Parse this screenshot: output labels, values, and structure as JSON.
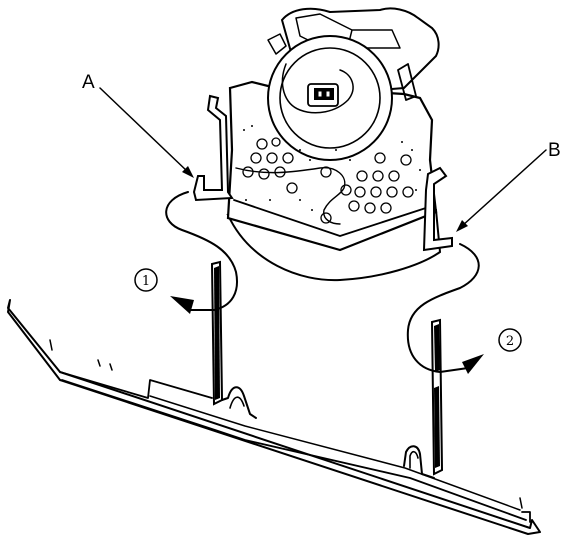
{
  "callouts": {
    "a": {
      "label": "A"
    },
    "b": {
      "label": "B"
    }
  },
  "steps": {
    "one": {
      "number": "1"
    },
    "two": {
      "number": "2"
    }
  },
  "colors": {
    "ink": "#000000",
    "paper": "#ffffff"
  },
  "icons": {
    "component": "spiral-cable-unit",
    "arrow": "curved-arrow-icon"
  }
}
